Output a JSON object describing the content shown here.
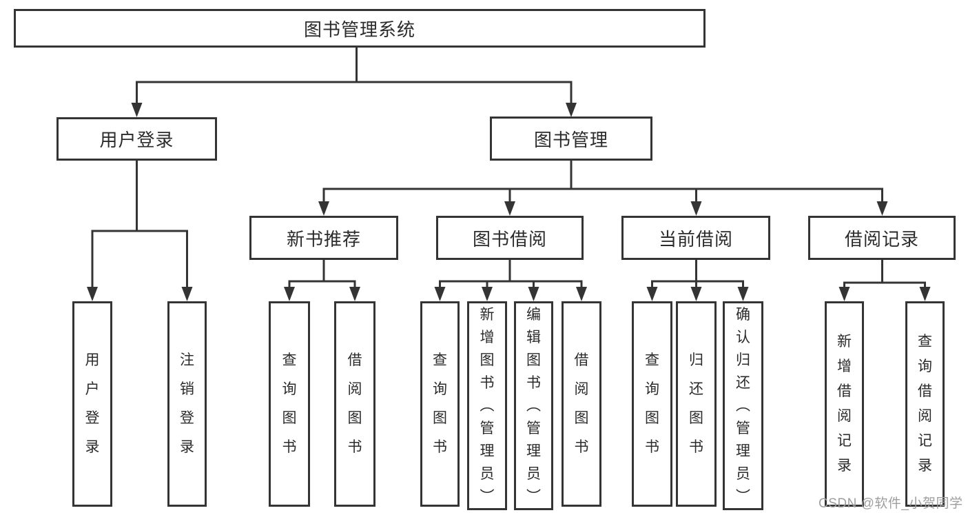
{
  "tree": {
    "root": {
      "label": "图书管理系统"
    },
    "branches": [
      {
        "label": "用户登录",
        "children": [
          {
            "label": "用户登录"
          },
          {
            "label": "注销登录"
          }
        ]
      },
      {
        "label": "图书管理",
        "groups": [
          {
            "label": "新书推荐",
            "children": [
              {
                "label": "查询图书"
              },
              {
                "label": "借阅图书"
              }
            ]
          },
          {
            "label": "图书借阅",
            "children": [
              {
                "label": "查询图书"
              },
              {
                "label": "新增图书（管理员）"
              },
              {
                "label": "编辑图书（管理员）"
              },
              {
                "label": "借阅图书"
              }
            ]
          },
          {
            "label": "当前借阅",
            "children": [
              {
                "label": "查询图书"
              },
              {
                "label": "归还图书"
              },
              {
                "label": "确认归还（管理员）"
              }
            ]
          },
          {
            "label": "借阅记录",
            "children": [
              {
                "label": "新增借阅记录"
              },
              {
                "label": "查询借阅记录"
              }
            ]
          }
        ]
      }
    ]
  },
  "watermark": {
    "text": "CSDN @软件_小贺同学"
  },
  "colors": {
    "line": "#343434",
    "text": "#2b2b2b",
    "watermark": "#9e9e9e",
    "background": "#ffffff"
  }
}
